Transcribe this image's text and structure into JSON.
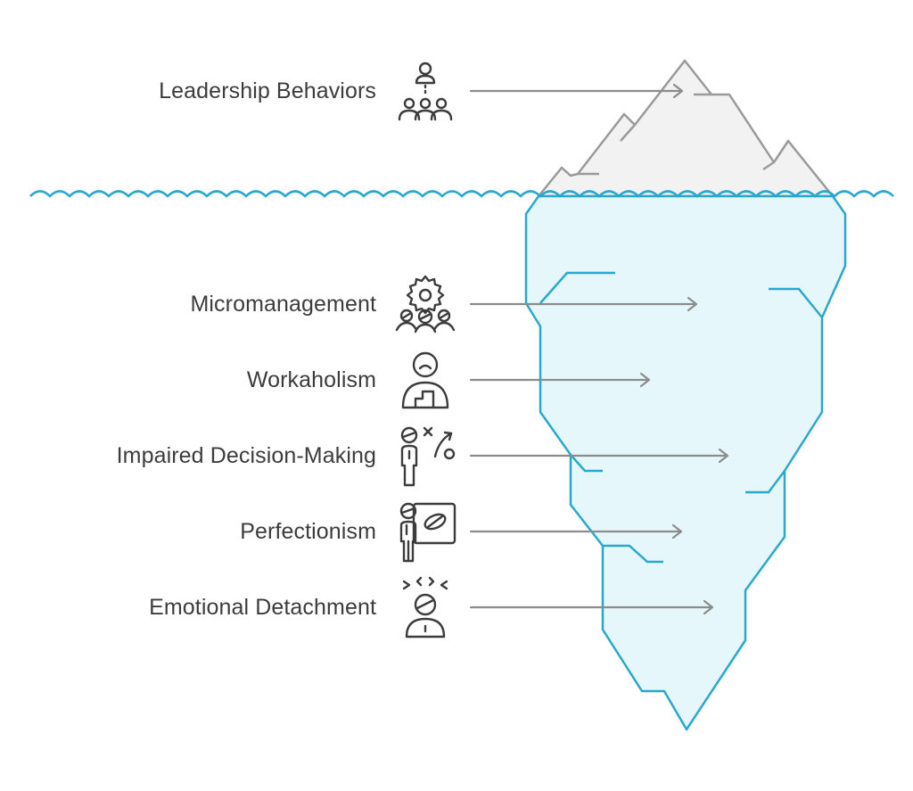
{
  "diagram": {
    "items": [
      {
        "label": "Leadership Behaviors",
        "icon": "leadership-meeting-icon",
        "position": "above-water"
      },
      {
        "label": "Micromanagement",
        "icon": "gear-team-icon",
        "position": "below-water"
      },
      {
        "label": "Workaholism",
        "icon": "stressed-worker-icon",
        "position": "below-water"
      },
      {
        "label": "Impaired Decision-Making",
        "icon": "decision-strategy-icon",
        "position": "below-water"
      },
      {
        "label": "Perfectionism",
        "icon": "presenter-board-icon",
        "position": "below-water"
      },
      {
        "label": "Emotional Detachment",
        "icon": "detached-person-icon",
        "position": "below-water"
      }
    ],
    "colors": {
      "text": "#3c3c3c",
      "arrow": "#8c8c8c",
      "tip_fill": "#f2f2f2",
      "tip_stroke": "#9a9a9a",
      "water_line": "#2aa7cf",
      "ice_fill": "#e6f7fc",
      "ice_stroke": "#2aa7cf"
    }
  }
}
